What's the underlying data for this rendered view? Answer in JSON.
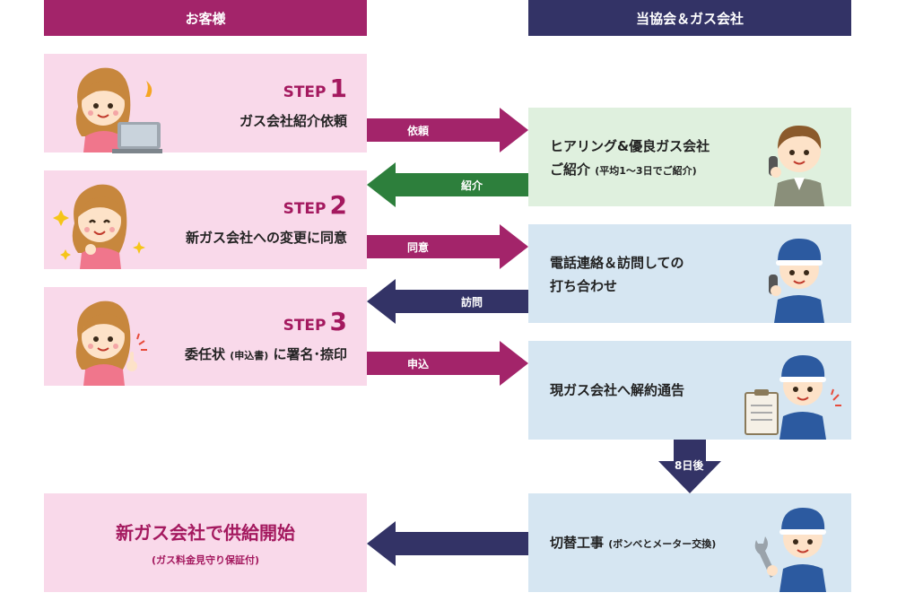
{
  "headers": {
    "customer": "お客様",
    "association": "当協会＆ガス会社"
  },
  "steps": [
    {
      "label": "STEP",
      "number": "1",
      "text": "ガス会社紹介依頼"
    },
    {
      "label": "STEP",
      "number": "2",
      "text": "新ガス会社への変更に同意"
    },
    {
      "label": "STEP",
      "number": "3",
      "text_before": "委任状",
      "text_paren": "(申込書)",
      "text_after": "に署名･捺印"
    }
  ],
  "right_boxes": [
    {
      "line1": "ヒアリング&優良ガス会社",
      "line2_main": "ご紹介",
      "line2_small": "(平均1～3日でご紹介)"
    },
    {
      "line1": "電話連絡＆訪問しての",
      "line2": "打ち合わせ"
    },
    {
      "line1": "現ガス会社へ解約通告"
    },
    {
      "main": "切替工事",
      "small": "(ボンベとメーター交換)"
    }
  ],
  "arrows": {
    "request": "依頼",
    "introduce": "紹介",
    "agree": "同意",
    "visit": "訪問",
    "apply": "申込",
    "days": "8日後"
  },
  "final": {
    "title": "新ガス会社で供給開始",
    "subtitle": "(ガス料金見守り保証付)"
  },
  "colors": {
    "magenta": "#a3246a",
    "navy": "#333366",
    "green": "#2d7f3c",
    "pink_bg": "#f9d9ea",
    "green_bg": "#dff0de",
    "blue_bg": "#d6e6f2"
  }
}
